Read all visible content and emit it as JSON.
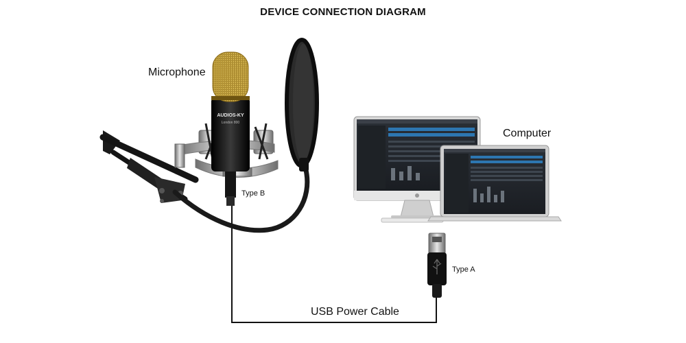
{
  "title": "DEVICE CONNECTION DIAGRAM",
  "labels": {
    "microphone": "Microphone",
    "computer": "Computer",
    "type_b": "Type B",
    "type_a": "Type A",
    "usb_cable": "USB Power Cable"
  },
  "mic_brand": {
    "logo": "AUDIOS-KY",
    "model": "London 800"
  },
  "colors": {
    "mic_grille": "#d4af37",
    "mic_body": "#1a1a1a",
    "cable": "#111111",
    "shock_mount": "#a8a8a8"
  }
}
